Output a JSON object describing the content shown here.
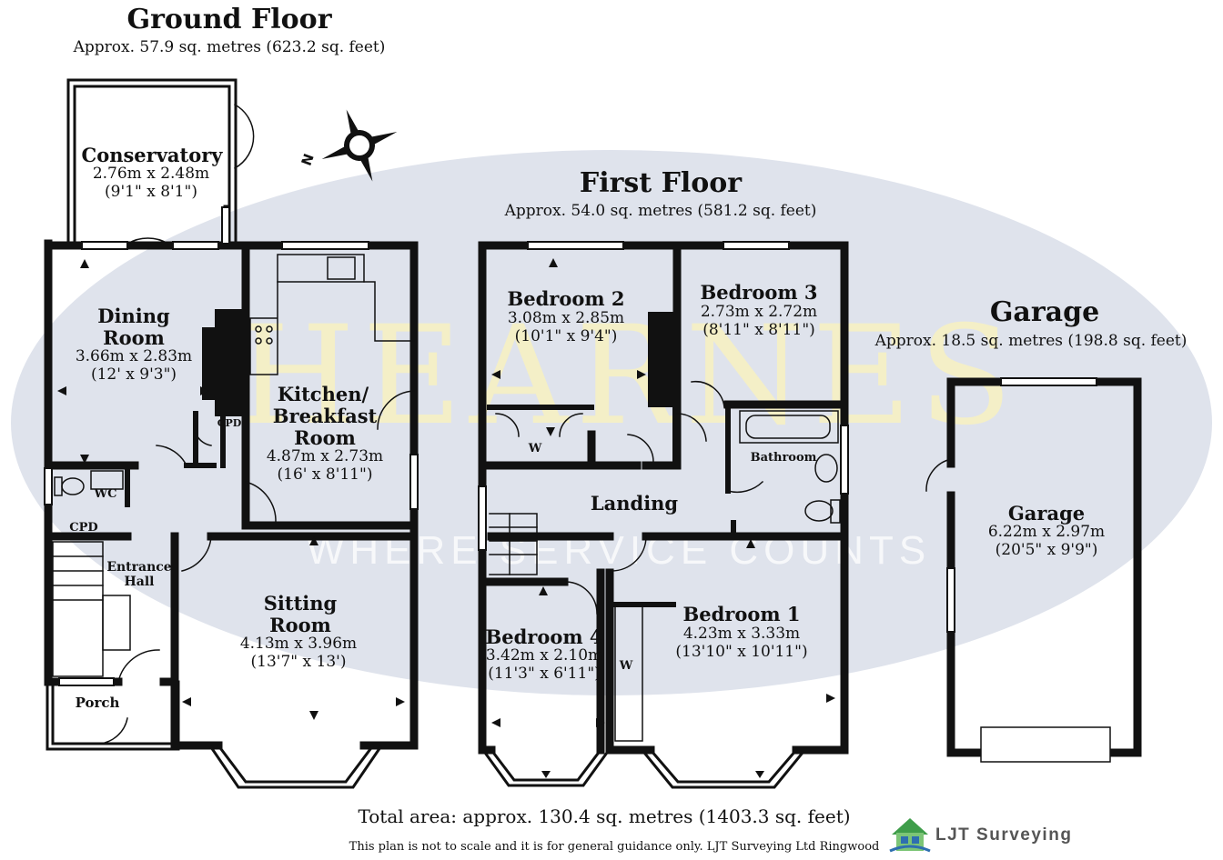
{
  "ground_floor": {
    "title": "Ground Floor",
    "area": "Approx. 57.9 sq. metres (623.2 sq. feet)",
    "rooms": {
      "conservatory": {
        "name": "Conservatory",
        "metric": "2.76m x 2.48m",
        "imperial": "(9'1\" x 8'1\")"
      },
      "dining": {
        "name1": "Dining",
        "name2": "Room",
        "metric": "3.66m x 2.83m",
        "imperial": "(12' x 9'3\")"
      },
      "kitchen": {
        "name1": "Kitchen/",
        "name2": "Breakfast",
        "name3": "Room",
        "metric": "4.87m x 2.73m",
        "imperial": "(16' x 8'11\")"
      },
      "sitting": {
        "name1": "Sitting",
        "name2": "Room",
        "metric": "4.13m x 3.96m",
        "imperial": "(13'7\" x 13')"
      },
      "cpd_kitchen": "CPD",
      "cpd_hall": "CPD",
      "wc": "WC",
      "hall1": "Entrance",
      "hall2": "Hall",
      "porch": "Porch"
    }
  },
  "first_floor": {
    "title": "First Floor",
    "area": "Approx. 54.0 sq. metres (581.2 sq. feet)",
    "rooms": {
      "bedroom2": {
        "name": "Bedroom 2",
        "metric": "3.08m x 2.85m",
        "imperial": "(10'1\" x 9'4\")"
      },
      "bedroom3": {
        "name": "Bedroom 3",
        "metric": "2.73m x 2.72m",
        "imperial": "(8'11\" x 8'11\")"
      },
      "bedroom4": {
        "name": "Bedroom 4",
        "metric": "3.42m x 2.10m",
        "imperial": "(11'3\" x 6'11\")"
      },
      "bedroom1": {
        "name": "Bedroom 1",
        "metric": "4.23m x 3.33m",
        "imperial": "(13'10\" x 10'11\")"
      },
      "bathroom": "Bathroom",
      "landing": "Landing",
      "wardrobe_b2": "W",
      "wardrobe_b1": "W"
    }
  },
  "garage": {
    "title": "Garage",
    "area": "Approx. 18.5 sq. metres (198.8 sq. feet)",
    "room": {
      "name": "Garage",
      "metric": "6.22m x 2.97m",
      "imperial": "(20'5\" x 9'9\")"
    }
  },
  "compass_label": "N",
  "watermark": {
    "brand": "HEARNES",
    "tagline": "WHERE SERVICE COUNTS"
  },
  "footer": {
    "total": "Total area: approx. 130.4 sq. metres (1403.3 sq. feet)",
    "disclaimer": "This plan is not to scale and it is for general guidance only. LJT Surveying Ltd Ringwood",
    "brand": "LJT Surveying"
  },
  "colors": {
    "wall": "#111111",
    "watermark_ellipse": "#dfe3ec",
    "watermark_text": "#f2ecc4",
    "logo_green": "#3f9d4a",
    "logo_blue": "#2e6fb0"
  }
}
